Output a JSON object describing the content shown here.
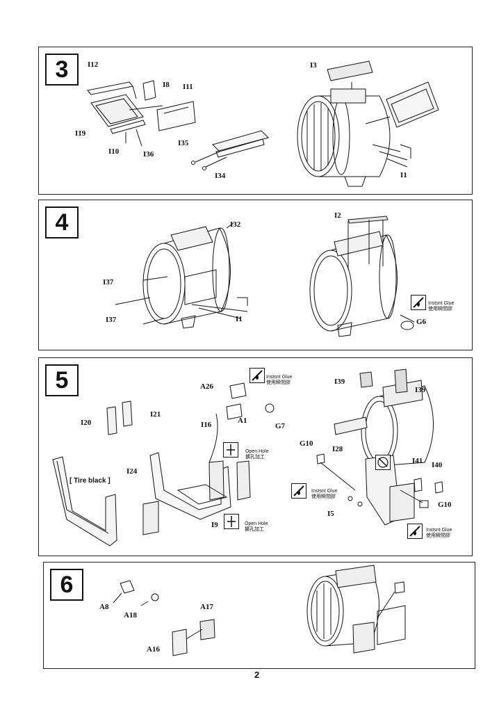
{
  "page_number": "2",
  "steps": [
    {
      "number": "3",
      "labels": {
        "i12": "I12",
        "i8": "I8",
        "i11": "I11",
        "i19": "I19",
        "i10": "I10",
        "i36": "I36",
        "i35": "I35",
        "i34": "I34",
        "i3": "I3",
        "i1": "I1"
      }
    },
    {
      "number": "4",
      "labels": {
        "i32": "I32",
        "i137a": "I37",
        "i137b": "I37",
        "i1": "I1",
        "i2": "I2",
        "g6": "G6"
      },
      "glue_note": {
        "en": "Instsnt Glue",
        "zh": "使用瞬間膠"
      }
    },
    {
      "number": "5",
      "labels": {
        "a26": "A26",
        "a1": "A1",
        "g7": "G7",
        "i20": "I20",
        "i21": "I21",
        "i16": "I16",
        "i24": "I24",
        "i9": "I9",
        "i39a": "I39",
        "i39b": "I39",
        "g10a": "G10",
        "i28": "I28",
        "i41": "I41",
        "i40": "I40",
        "i5": "I5",
        "g10b": "G10"
      },
      "tire_black": "[ Tire black ]",
      "glue_note": {
        "en": "Instsnt Glue",
        "zh": "使用瞬間膠"
      },
      "open_hole": {
        "en": "Open Hole",
        "zh": "擴孔加工"
      }
    },
    {
      "number": "6",
      "labels": {
        "a8": "A8",
        "a18": "A18",
        "a17": "A17",
        "a16": "A16"
      }
    }
  ]
}
